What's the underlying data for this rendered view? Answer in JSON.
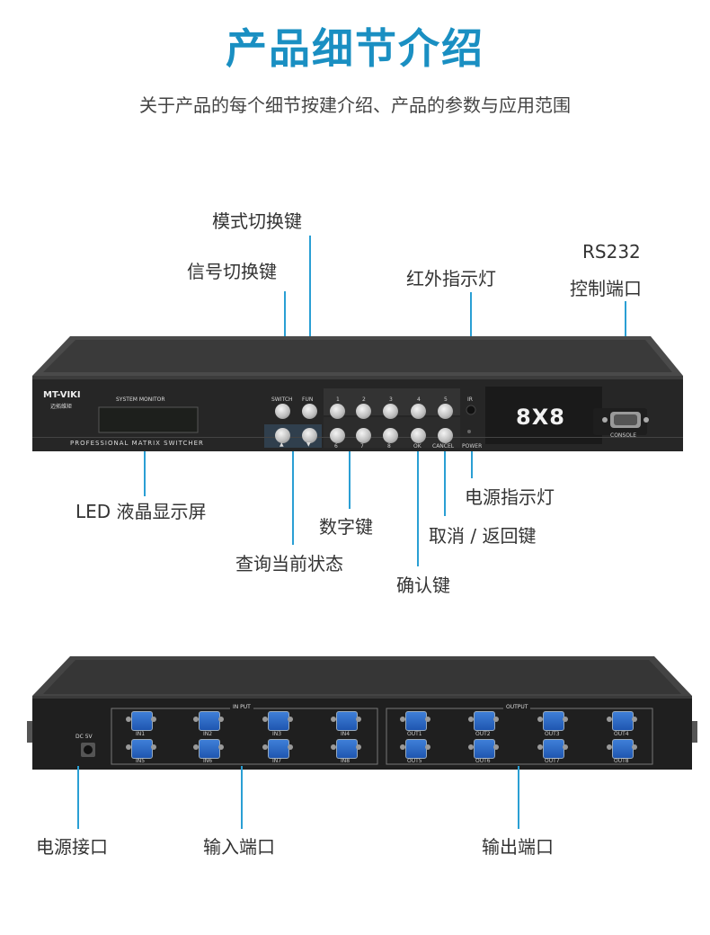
{
  "header": {
    "title": "产品细节介绍",
    "subtitle": "关于产品的每个细节按建介绍、产品的参数与应用范围"
  },
  "front_callouts": {
    "mode_switch_key": "模式切换键",
    "signal_switch_key": "信号切换键",
    "ir_indicator": "红外指示灯",
    "rs232_line1": "RS232",
    "rs232_line2": "控制端口",
    "lcd_screen": "LED 液晶显示屏",
    "number_keys": "数字键",
    "query_status": "查询当前状态",
    "power_indicator": "电源指示灯",
    "cancel_return": "取消 / 返回键",
    "confirm_key": "确认键"
  },
  "front_panel": {
    "brand": "MT-VIKI",
    "brand_sub": "迈拓维矩",
    "system_monitor": "SYSTEM MONITOR",
    "product_name": "PROFESSIONAL MATRIX SWITCHER",
    "switch_label": "SWITCH",
    "fun_label": "FUN",
    "number_labels": [
      "1",
      "2",
      "3",
      "4",
      "5",
      "6",
      "7",
      "8"
    ],
    "ok_label": "OK",
    "cancel_label": "CANCEL",
    "power_label": "POWER",
    "ir_label": "IR",
    "model_badge": "8X8",
    "console_label": "CONSOLE"
  },
  "rear_panel": {
    "dc_label": "DC 5V",
    "input_group_label": "IN PUT",
    "output_group_label": "OUTPUT",
    "inputs": [
      "IN1",
      "IN2",
      "IN3",
      "IN4",
      "IN5",
      "IN6",
      "IN7",
      "IN8"
    ],
    "outputs": [
      "OUT1",
      "OUT2",
      "OUT3",
      "OUT4",
      "OUT5",
      "OUT6",
      "OUT7",
      "OUT8"
    ]
  },
  "rear_callouts": {
    "power_port": "电源接口",
    "input_ports": "输入端口",
    "output_ports": "输出端口"
  },
  "colors": {
    "accent": "#1a8fc2",
    "line": "#2a9fd4",
    "device_body": "#2b2b2b",
    "port_blue": "#2a66c4"
  }
}
